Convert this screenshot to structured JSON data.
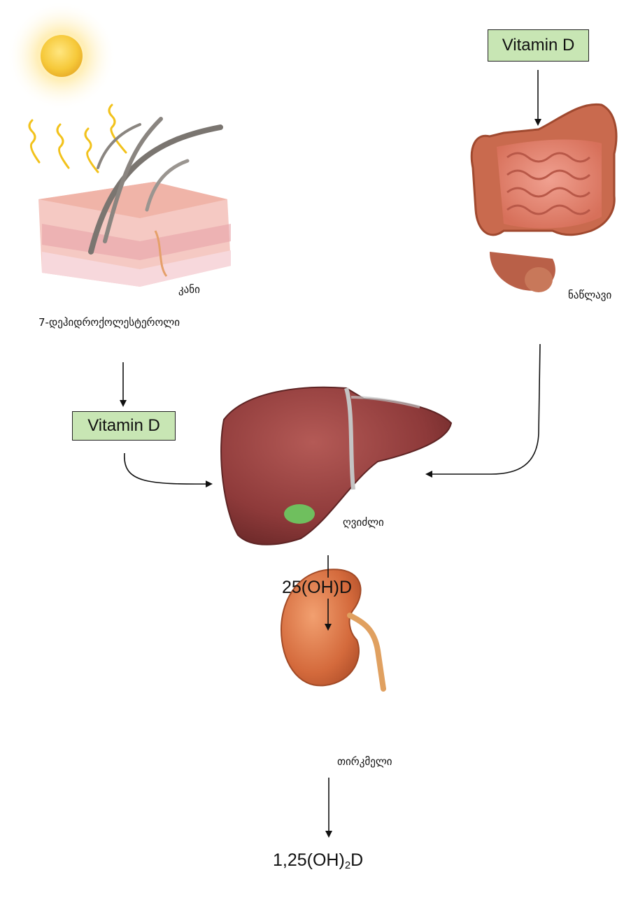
{
  "labels": {
    "vitamin_d_top": "Vitamin D",
    "vitamin_d_left": "Vitamin D",
    "skin": "კანი",
    "dehydrocholesterol": "7-დეჰიდროქოლესტეროლი",
    "intestine": "ნაწლავი",
    "liver": "ღვიძლი",
    "kidney": "თირკმელი",
    "calcidiol": "25(OH)D",
    "calcitriol_prefix": "1,25(OH)",
    "calcitriol_subscript": "2",
    "calcitriol_suffix": "D"
  },
  "icons": {
    "sun": "sun-icon",
    "skin": "skin-cross-section-illustration",
    "intestine": "intestine-illustration",
    "liver": "liver-illustration",
    "kidney": "kidney-illustration"
  },
  "colors": {
    "box_fill": "#c8e6b4",
    "sun": "#f6c93a",
    "liver": "#8e3a3a",
    "intestine": "#d7705a",
    "kidney": "#d46a3c",
    "skin": "#f2b5b0"
  }
}
